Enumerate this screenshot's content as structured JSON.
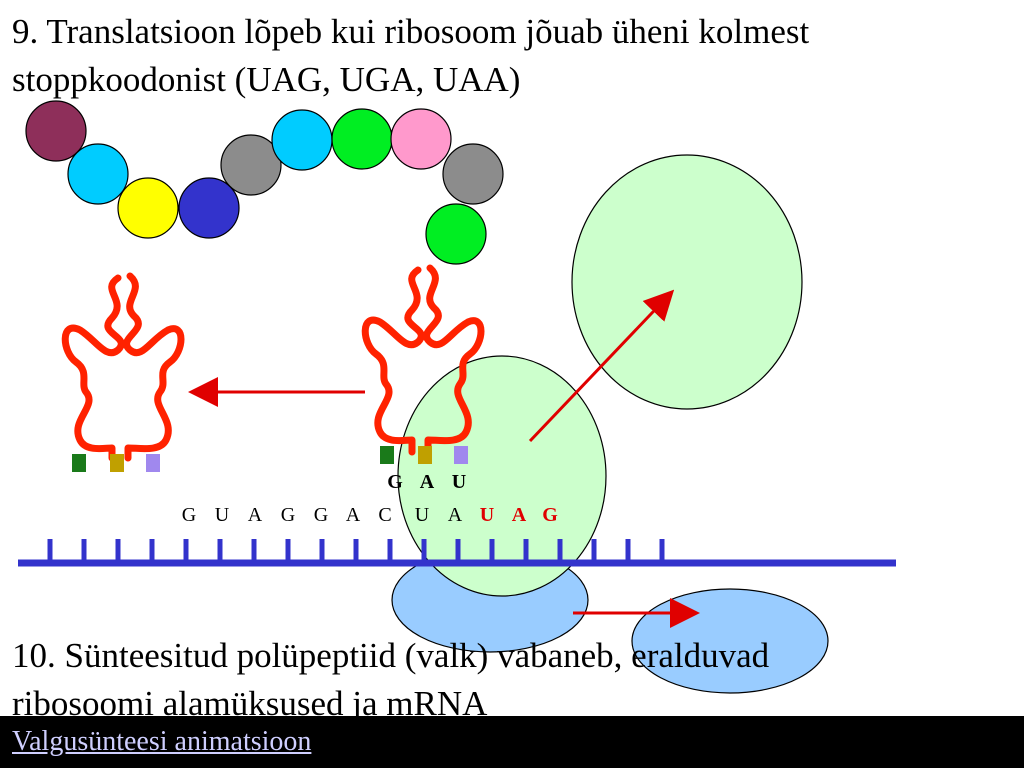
{
  "slide": {
    "title_lines": [
      "9. Translatsioon lõpeb kui ribosoom jõuab üheni kolmest",
      "stoppkoodonist (UAG, UGA, UAA)"
    ],
    "caption_lines": [
      "10. Sünteesitud polüpeptiid (valk) vabaneb, eralduvad",
      "ribosoomi alamüksused ja mRNA"
    ],
    "link_text": "Valgusünteesi animatsioon"
  },
  "diagram": {
    "anticodon": [
      "G",
      "A",
      "U"
    ],
    "mrna_bases": [
      {
        "b": "G",
        "stop": false
      },
      {
        "b": "U",
        "stop": false
      },
      {
        "b": "A",
        "stop": false
      },
      {
        "b": "G",
        "stop": false
      },
      {
        "b": "G",
        "stop": false
      },
      {
        "b": "A",
        "stop": false
      },
      {
        "b": "C",
        "stop": false
      },
      {
        "b": "U",
        "stop": false
      },
      {
        "b": "A",
        "stop": false
      },
      {
        "b": "U",
        "stop": true
      },
      {
        "b": "A",
        "stop": true
      },
      {
        "b": "G",
        "stop": true
      }
    ],
    "amino_acid_colors": [
      "#8e2f5a",
      "#00ccff",
      "#ffff00",
      "#3333cc",
      "#8c8c8c",
      "#00ccff",
      "#00ee22",
      "#ff99cc",
      "#8c8c8c",
      "#00ee22"
    ],
    "colors": {
      "mrna": "#3333cc",
      "ribosome_large": "#ccffcc",
      "ribosome_small": "#99ccff",
      "trna": "#ff2200",
      "arrow": "#e00000",
      "stop_codon": "#e00000"
    }
  }
}
